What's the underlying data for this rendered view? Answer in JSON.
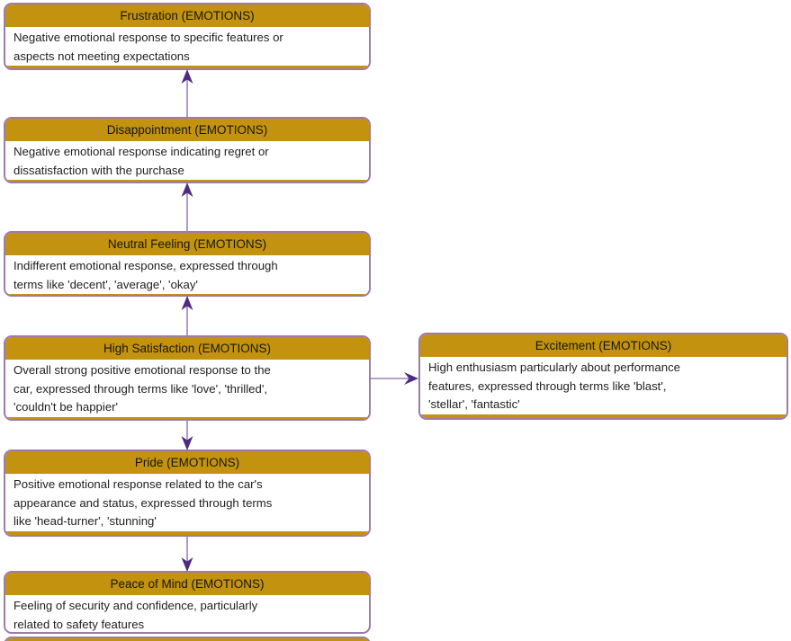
{
  "diagram": {
    "background": "#ffffff",
    "colors": {
      "header_gold": "#c3920e",
      "node_border_purple": "#9d7bab",
      "arrow_line_purple": "#9d80be",
      "arrow_head_purple": "#4f2b80",
      "title_text": "#161616",
      "body_text": "#1f1f1f",
      "node_background": "#ffffff"
    },
    "category_tag": "EMOTIONS",
    "nodes": [
      {
        "id": "frustration",
        "title": "Frustration (EMOTIONS)",
        "description": "Negative emotional response to specific features or\naspects not meeting expectations"
      },
      {
        "id": "disappointment",
        "title": "Disappointment (EMOTIONS)",
        "description": "Negative emotional response indicating regret or\ndissatisfaction with the purchase"
      },
      {
        "id": "neutral_feeling",
        "title": "Neutral Feeling (EMOTIONS)",
        "description": "Indifferent emotional response, expressed through\nterms like 'decent', 'average', 'okay'"
      },
      {
        "id": "high_satisfaction",
        "title": "High Satisfaction (EMOTIONS)",
        "description": "Overall strong positive emotional response to the\ncar, expressed through terms like 'love', 'thrilled',\n'couldn't be happier'"
      },
      {
        "id": "excitement",
        "title": "Excitement (EMOTIONS)",
        "description": "High enthusiasm particularly about performance\nfeatures, expressed through terms like 'blast',\n'stellar', 'fantastic'"
      },
      {
        "id": "pride",
        "title": "Pride (EMOTIONS)",
        "description": "Positive emotional response related to the car's\nappearance and status, expressed through terms\nlike 'head-turner', 'stunning'"
      },
      {
        "id": "peace_of_mind",
        "title": "Peace of Mind (EMOTIONS)",
        "description": "Feeling of security and confidence, particularly\nrelated to safety features"
      },
      {
        "id": "clipped_bottom_node",
        "title": "",
        "description": ""
      }
    ],
    "edges": [
      {
        "from": "disappointment",
        "to": "frustration",
        "direction": "up"
      },
      {
        "from": "neutral_feeling",
        "to": "disappointment",
        "direction": "up"
      },
      {
        "from": "high_satisfaction",
        "to": "neutral_feeling",
        "direction": "up"
      },
      {
        "from": "high_satisfaction",
        "to": "excitement",
        "direction": "right"
      },
      {
        "from": "high_satisfaction",
        "to": "pride",
        "direction": "down"
      },
      {
        "from": "pride",
        "to": "peace_of_mind",
        "direction": "down"
      }
    ]
  }
}
